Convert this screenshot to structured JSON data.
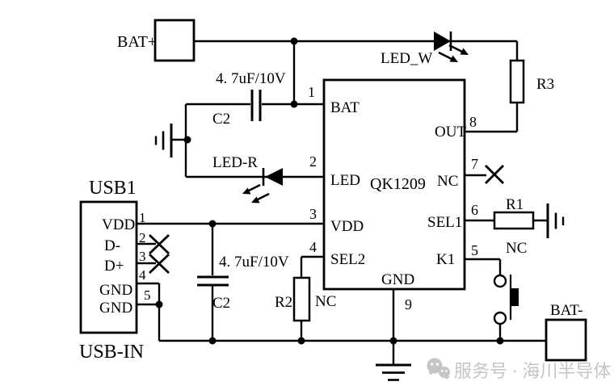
{
  "battery": {
    "positive": "BAT+",
    "negative": "BAT-"
  },
  "chip": {
    "part": "QK1209",
    "pin1": {
      "num": "1",
      "name": "BAT"
    },
    "pin2": {
      "num": "2",
      "name": "LED"
    },
    "pin3": {
      "num": "3",
      "name": "VDD"
    },
    "pin4": {
      "num": "4",
      "name": "SEL2"
    },
    "pin5": {
      "num": "5",
      "name": "K1"
    },
    "pin6": {
      "num": "6",
      "name": "SEL1"
    },
    "pin7": {
      "num": "7",
      "name": "NC"
    },
    "pin8": {
      "num": "8",
      "name": "OUT"
    },
    "pin9": {
      "num": "9",
      "name": "GND"
    }
  },
  "usb": {
    "refdes": "USB1",
    "net_label": "USB-IN",
    "pin1": {
      "num": "1",
      "name": "VDD"
    },
    "pin2": {
      "num": "2",
      "name": "D-"
    },
    "pin3": {
      "num": "3",
      "name": "D+"
    },
    "pin4": {
      "num": "4",
      "name": "GND"
    },
    "pin5": {
      "num": "5",
      "name": "GND"
    }
  },
  "leds": {
    "white": {
      "label": "LED_W"
    },
    "red": {
      "label": "LED-R"
    }
  },
  "capacitors": {
    "top": {
      "refdes": "C2",
      "value": "4. 7uF/10V"
    },
    "bottom": {
      "refdes": "C2",
      "value": "4. 7uF/10V"
    }
  },
  "resistors": {
    "r1": {
      "refdes": "R1",
      "note": "NC"
    },
    "r2": {
      "refdes": "R2",
      "note": "NC"
    },
    "r3": {
      "refdes": "R3"
    }
  },
  "watermark": {
    "text": "服务号 · 海川半导体"
  },
  "colors": {
    "wire": "#000000",
    "background": "#ffffff",
    "watermark": "#c5c5c5"
  }
}
